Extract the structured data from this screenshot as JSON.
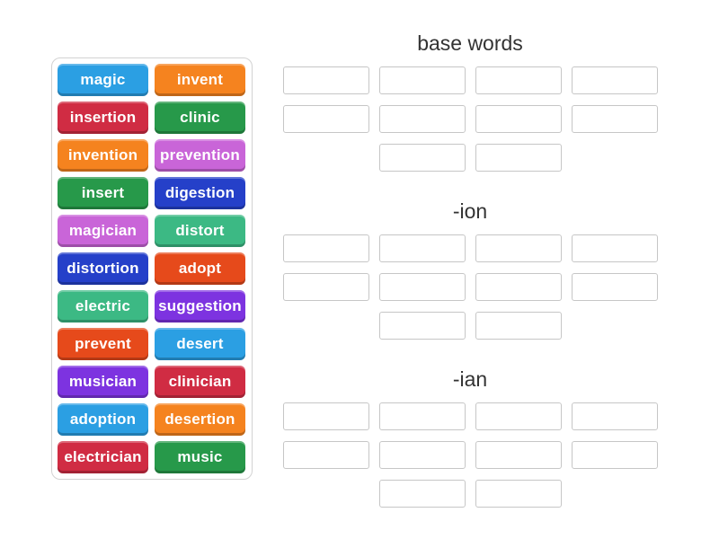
{
  "activity": {
    "type": "group-sort"
  },
  "tile_panel": {
    "tiles": [
      {
        "label": "magic",
        "color": "#2b9fe3"
      },
      {
        "label": "invent",
        "color": "#f5831f"
      },
      {
        "label": "insertion",
        "color": "#d02c43"
      },
      {
        "label": "clinic",
        "color": "#27994a"
      },
      {
        "label": "invention",
        "color": "#f5831f"
      },
      {
        "label": "prevention",
        "color": "#c965d8"
      },
      {
        "label": "insert",
        "color": "#27994a"
      },
      {
        "label": "digestion",
        "color": "#2540c9"
      },
      {
        "label": "magician",
        "color": "#c965d8"
      },
      {
        "label": "distort",
        "color": "#3cb984"
      },
      {
        "label": "distortion",
        "color": "#2540c9"
      },
      {
        "label": "adopt",
        "color": "#e64a1b"
      },
      {
        "label": "electric",
        "color": "#3cb984"
      },
      {
        "label": "suggestion",
        "color": "#7d33e0"
      },
      {
        "label": "prevent",
        "color": "#e64a1b"
      },
      {
        "label": "desert",
        "color": "#2b9fe3"
      },
      {
        "label": "musician",
        "color": "#7d33e0"
      },
      {
        "label": "clinician",
        "color": "#d02c43"
      },
      {
        "label": "adoption",
        "color": "#2b9fe3"
      },
      {
        "label": "desertion",
        "color": "#f5831f"
      },
      {
        "label": "electrician",
        "color": "#d02c43"
      },
      {
        "label": "music",
        "color": "#27994a"
      }
    ]
  },
  "groups": [
    {
      "title": "base words",
      "slot_count": 10
    },
    {
      "title": "-ion",
      "slot_count": 10
    },
    {
      "title": "-ian",
      "slot_count": 10
    }
  ],
  "colors": {
    "page_background": "#ffffff",
    "panel_border": "#d2d2d2",
    "slot_border": "#c6c6c6",
    "title_text": "#333333",
    "tile_text": "#ffffff"
  }
}
